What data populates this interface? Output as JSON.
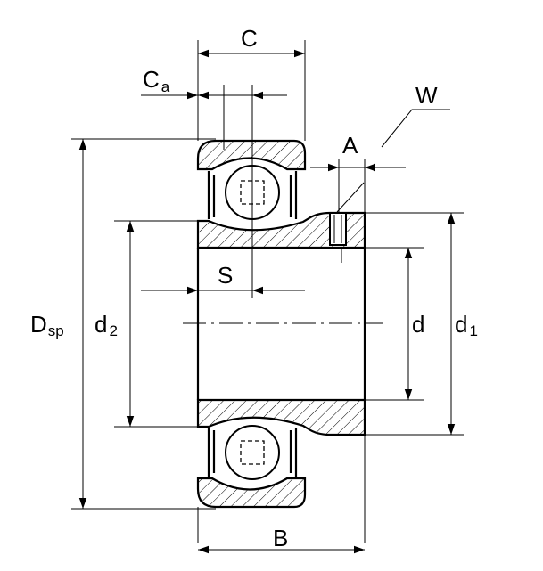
{
  "labels": {
    "c": "C",
    "ca_main": "C",
    "ca_sub": "a",
    "w": "W",
    "a": "A",
    "dsp_main": "D",
    "dsp_sub": "sp",
    "d2_main": "d",
    "d2_sub": "2",
    "s": "S",
    "d": "d",
    "d1_main": "d",
    "d1_sub": "1",
    "b": "B"
  }
}
